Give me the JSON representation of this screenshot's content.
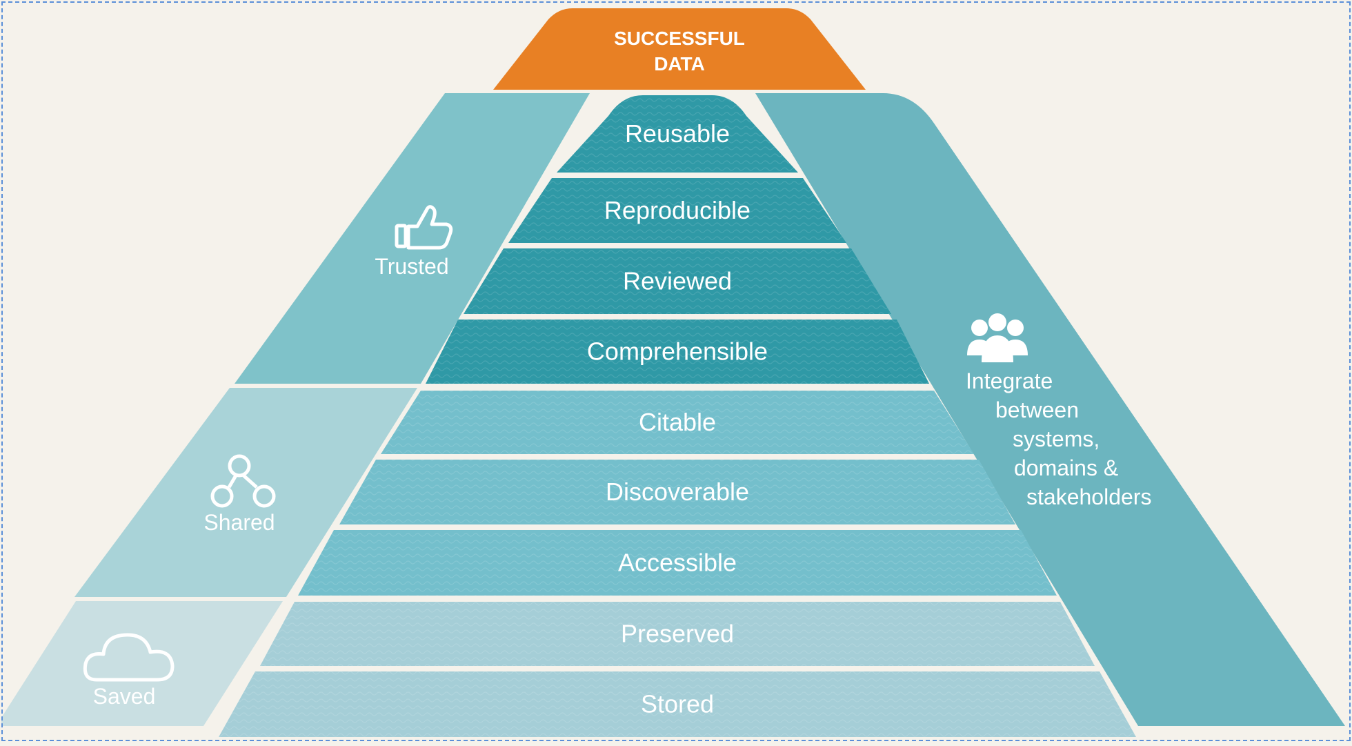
{
  "apex": {
    "line1": "SUCCESSFUL",
    "line2": "DATA"
  },
  "layers": [
    "Reusable",
    "Reproducible",
    "Reviewed",
    "Comprehensible",
    "Citable",
    "Discoverable",
    "Accessible",
    "Preserved",
    "Stored"
  ],
  "groups": {
    "trusted": "Trusted",
    "shared": "Shared",
    "saved": "Saved"
  },
  "integrate": {
    "lines": [
      "Integrate",
      "between",
      "systems,",
      "domains &",
      "stakeholders"
    ]
  },
  "icons": {
    "trusted": "thumbs-up-icon",
    "shared": "network-icon",
    "saved": "cloud-icon",
    "integrate": "people-group-icon"
  },
  "colors": {
    "background": "#f5f2eb",
    "apex": "#e88024",
    "trusted_layers": "#2f99a6",
    "shared_layers": "#74bfcc",
    "saved_layers": "#a5ced7",
    "trusted_side": "#7fc2c9",
    "shared_side": "#a9d3d8",
    "saved_side": "#c9dfe2",
    "right_side": "#6cb5bf"
  }
}
